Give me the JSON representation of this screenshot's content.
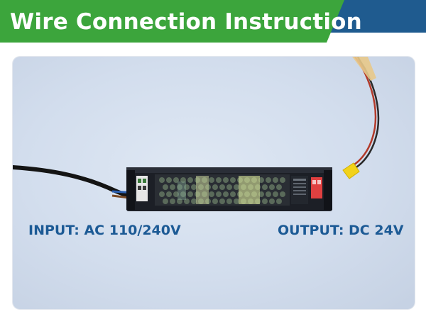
{
  "header": {
    "title": "Wire Connection Instruction",
    "accent_color": "#3ca53c",
    "band_color": "#1f5b8f"
  },
  "photo": {
    "subject": "led-driver-power-supply",
    "input_label": "INPUT: AC 110/240V",
    "output_label": "OUTPUT: DC 24V",
    "label_color": "#1c5a95"
  }
}
